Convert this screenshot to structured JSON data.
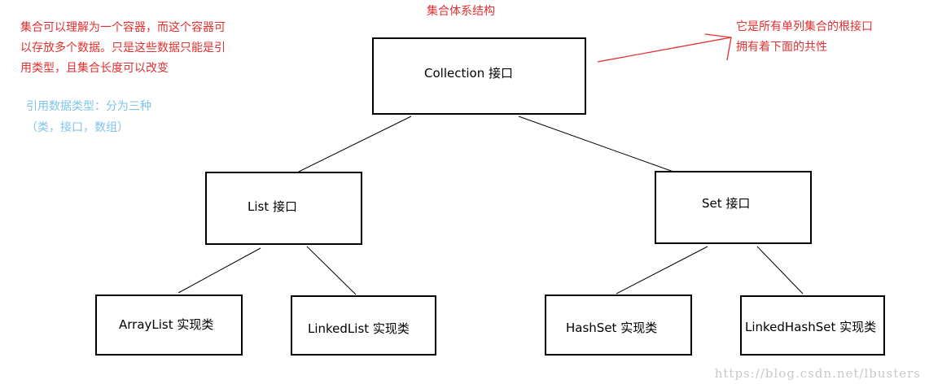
{
  "title": "集合体系结构",
  "note_left": [
    "集合可以理解为一个容器，而这个容器可",
    "以存放多个数据。只是这些数据只能是引",
    "用类型，且集合长度可以改变"
  ],
  "note_ref": [
    "引用数据类型：分为三种",
    "（类，接口，数组）"
  ],
  "note_right": [
    "它是所有单列集合的根接口",
    "拥有着下面的共性"
  ],
  "nodes": {
    "collection": "Collection 接口",
    "list": "List 接口",
    "set": "Set 接口",
    "arraylist": "ArrayList 实现类",
    "linkedlist": "LinkedList 实现类",
    "hashset": "HashSet 实现类",
    "linkedhashset": "LinkedHashSet 实现类"
  },
  "watermark": "https://blog.csdn.net/lbusters",
  "colors": {
    "annotation": "#e03030",
    "reference": "#7fc4e8",
    "stroke": "#000000"
  }
}
